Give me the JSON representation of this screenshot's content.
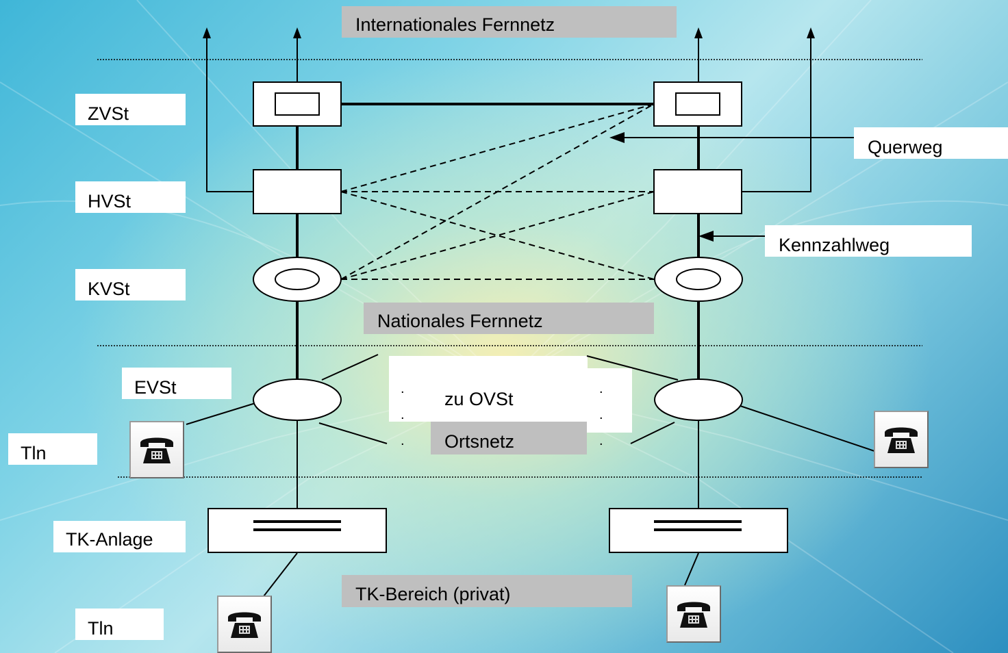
{
  "zones": {
    "international": "Internationales Fernnetz",
    "national": "Nationales Fernnetz",
    "local": "Ortsnetz",
    "to_local_exchanges": "zu OVSt",
    "private": "TK-Bereich (privat)"
  },
  "levels": {
    "zvst": "ZVSt",
    "hvst": "HVSt",
    "kvst": "KVSt",
    "evst": "EVSt",
    "tln_upper": "Tln",
    "tk_anlage": "TK-Anlage",
    "tln_lower": "Tln"
  },
  "annotations": {
    "querweg": "Querweg",
    "kennzahlweg": "Kennzahlweg"
  },
  "dots": ".",
  "icons": [
    "telephone-icon",
    "arrow-up-icon",
    "arrow-left-icon"
  ]
}
